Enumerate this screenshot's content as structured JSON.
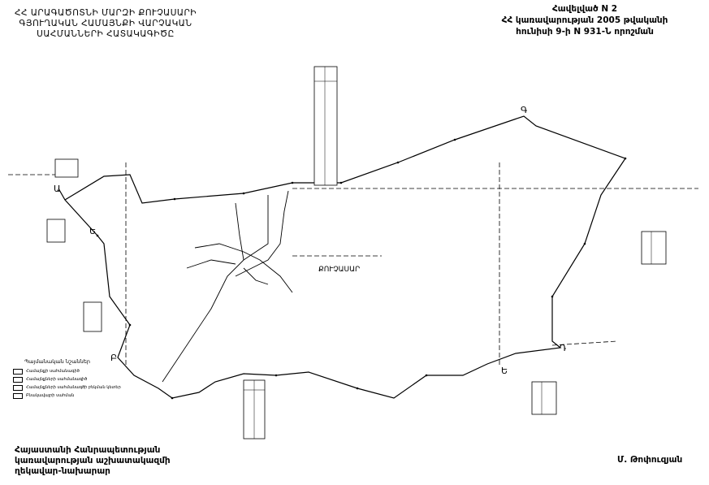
{
  "header_left": {
    "lines": [
      "ՀՀ ԱՐԱԳԱԾՈՏՆԻ ՄԱՐԶԻ ՔՈՒՉԱՍԱՐԻ",
      "ԳՅՈՒՂԱԿԱՆ ՀԱՄԱՅՆՔԻ ՎԱՐՉԱԿԱՆ",
      "ՍԱՀՄԱՆՆԵՐԻ ՀԱՏԱԿԱԳԻԾԸ"
    ]
  },
  "header_right": {
    "lines": [
      "Հավելված N 2",
      "ՀՀ կառավարության 2005 թվականի",
      "հունիսի 9-ի N 931-Ն որոշման"
    ]
  },
  "map": {
    "place_label": "ՔՈՒՉԱՍԱՐ",
    "corner_labels": [
      "Ա",
      "Բ",
      "Գ",
      "Դ",
      "Ե",
      "Ե"
    ]
  },
  "legend": {
    "title": "Պայմանական նշաններ",
    "items": [
      "Համայնքի սահմանագիծ",
      "Համայնքների սահմանագիծ",
      "Համայնքների սահմանագծի բեկման կետեր",
      "Բնակավայրի սահման"
    ]
  },
  "footer_left": {
    "lines": [
      "Հայաստանի Հանրապետության",
      "կառավարության աշխատակազմի",
      "ղեկավար-նախարար"
    ]
  },
  "footer_right": {
    "signature": "Մ. Թոփուզյան"
  }
}
